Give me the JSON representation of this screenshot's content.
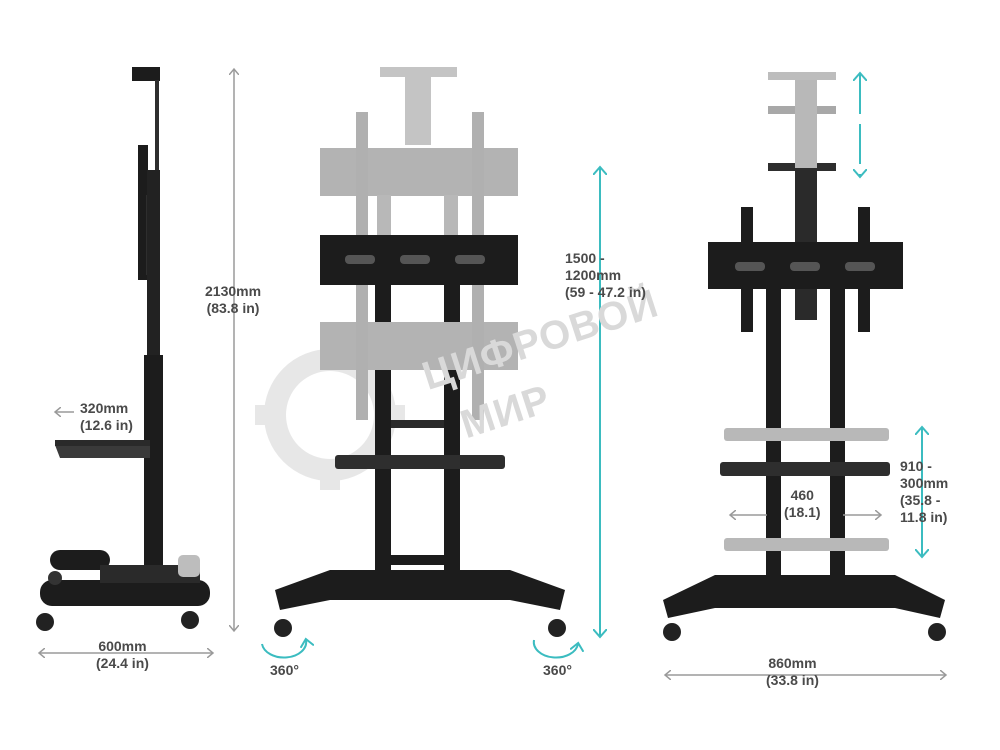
{
  "colors": {
    "frame": "#1c1c1c",
    "frame_mid": "#2e2e2e",
    "ghost": "#a9a9a9",
    "ghost_light": "#c4c4c4",
    "teal_arrow": "#3bbcc0",
    "grey_arrow": "#9a9a9a",
    "label_text": "#4a4a4a"
  },
  "side_view": {
    "height_label": {
      "value": "2130mm",
      "imperial": "(83.8 in)"
    },
    "shelf_depth_label": {
      "value": "320mm",
      "imperial": "(12.6 in)"
    },
    "base_depth_label": {
      "value": "600mm",
      "imperial": "(24.4 in)"
    }
  },
  "front_view": {
    "mount_height_label": {
      "line1": "1500 -",
      "line2": "1200mm",
      "imperial": "(59 - 47.2 in)"
    },
    "swivel_left": "360°",
    "swivel_right": "360°"
  },
  "right_view": {
    "shelf_width_label": {
      "value": "460",
      "imperial": "(18.1)"
    },
    "shelf_height_label": {
      "line1": "910 -",
      "line2": "300mm",
      "imperial1": "(35.8 -",
      "imperial2": "11.8 in)"
    },
    "base_width_label": {
      "value": "860mm",
      "imperial": "(33.8 in)"
    }
  },
  "watermark": {
    "line1": "ЦИФРОВОЙ",
    "line2": "МИР",
    "icon": "gear-icon"
  }
}
